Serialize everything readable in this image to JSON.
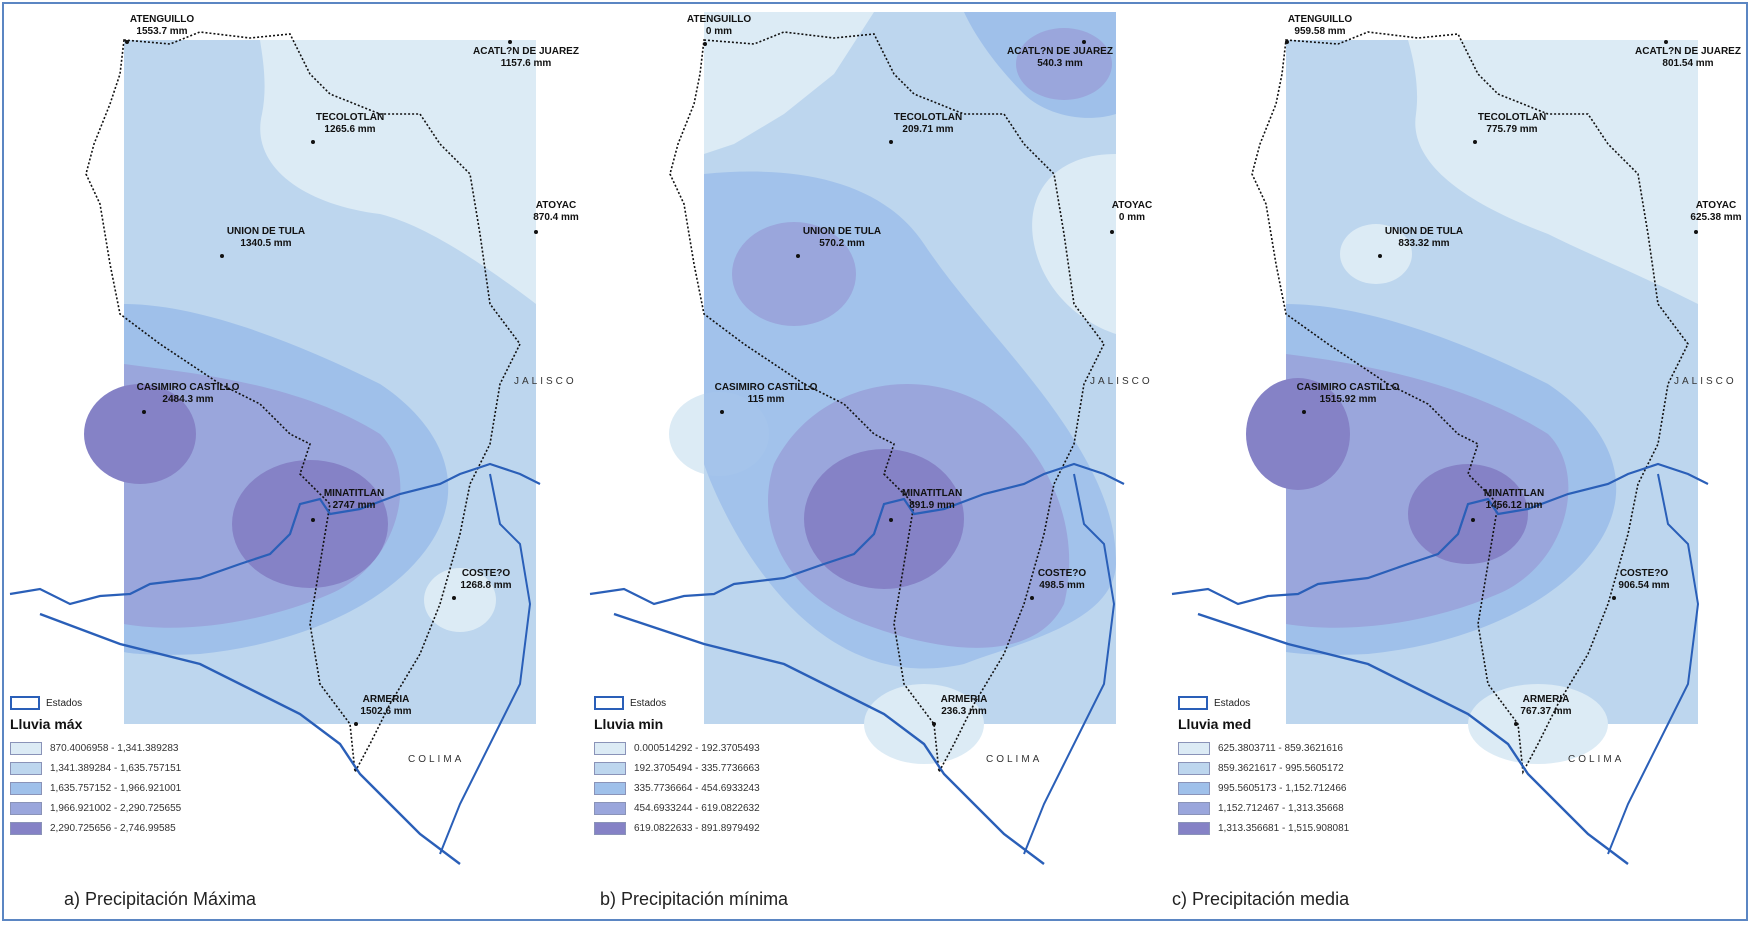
{
  "colors": {
    "class1": "#dcebf5",
    "class2": "#bdd6ee",
    "class3": "#9fc0ea",
    "class4": "#9aa6dc",
    "class5": "#8582c6",
    "river": "#2a5fb8",
    "border": "#111111"
  },
  "legend_estados": "Estados",
  "state_labels": {
    "jalisco": "JALISCO",
    "colima": "COLIMA"
  },
  "panels": [
    {
      "caption": "a) Precipitación Máxima",
      "legend_title": "Lluvia máx",
      "legend_items": [
        "870.4006958 - 1,341.389283",
        "1,341.389284 - 1,635.757151",
        "1,635.757152 - 1,966.921001",
        "1,966.921002 - 2,290.725655",
        "2,290.725656 - 2,746.99585"
      ],
      "stations": [
        {
          "name": "ATENGUILLO",
          "value": "1553.7 mm"
        },
        {
          "name": "ACATL?N DE JUAREZ",
          "value": "1157.6 mm"
        },
        {
          "name": "TECOLOTLAN",
          "value": "1265.6 mm"
        },
        {
          "name": "ATOYAC",
          "value": "870.4 mm"
        },
        {
          "name": "UNION DE TULA",
          "value": "1340.5 mm"
        },
        {
          "name": "CASIMIRO CASTILLO",
          "value": "2484.3 mm"
        },
        {
          "name": "MINATITLAN",
          "value": "2747 mm"
        },
        {
          "name": "COSTE?O",
          "value": "1268.8 mm"
        },
        {
          "name": "ARMERIA",
          "value": "1502.6 mm"
        }
      ]
    },
    {
      "caption": "b) Precipitación mínima",
      "legend_title": "Lluvia min",
      "legend_items": [
        "0.000514292 - 192.3705493",
        "192.3705494 - 335.7736663",
        "335.7736664 - 454.6933243",
        "454.6933244 - 619.0822632",
        "619.0822633 - 891.8979492"
      ],
      "stations": [
        {
          "name": "ATENGUILLO",
          "value": "0 mm"
        },
        {
          "name": "ACATL?N DE JUAREZ",
          "value": "540.3 mm"
        },
        {
          "name": "TECOLOTLAN",
          "value": "209.71 mm"
        },
        {
          "name": "ATOYAC",
          "value": "0 mm"
        },
        {
          "name": "UNION DE TULA",
          "value": "570.2 mm"
        },
        {
          "name": "CASIMIRO CASTILLO",
          "value": "115 mm"
        },
        {
          "name": "MINATITLAN",
          "value": "891.9 mm"
        },
        {
          "name": "COSTE?O",
          "value": "498.5 mm"
        },
        {
          "name": "ARMERIA",
          "value": "236.3 mm"
        }
      ]
    },
    {
      "caption": "c) Precipitación media",
      "legend_title": "Lluvia med",
      "legend_items": [
        "625.3803711 - 859.3621616",
        "859.3621617 - 995.5605172",
        "995.5605173 - 1,152.712466",
        "1,152.712467 - 1,313.35668",
        "1,313.356681 - 1,515.908081"
      ],
      "stations": [
        {
          "name": "ATENGUILLO",
          "value": "959.58 mm"
        },
        {
          "name": "ACATL?N DE JUAREZ",
          "value": "801.54 mm"
        },
        {
          "name": "TECOLOTLAN",
          "value": "775.79 mm"
        },
        {
          "name": "ATOYAC",
          "value": "625.38 mm"
        },
        {
          "name": "UNION DE TULA",
          "value": "833.32 mm"
        },
        {
          "name": "CASIMIRO CASTILLO",
          "value": "1515.92 mm"
        },
        {
          "name": "MINATITLAN",
          "value": "1456.12 mm"
        },
        {
          "name": "COSTE?O",
          "value": "906.54 mm"
        },
        {
          "name": "ARMERIA",
          "value": "767.37 mm"
        }
      ]
    }
  ]
}
